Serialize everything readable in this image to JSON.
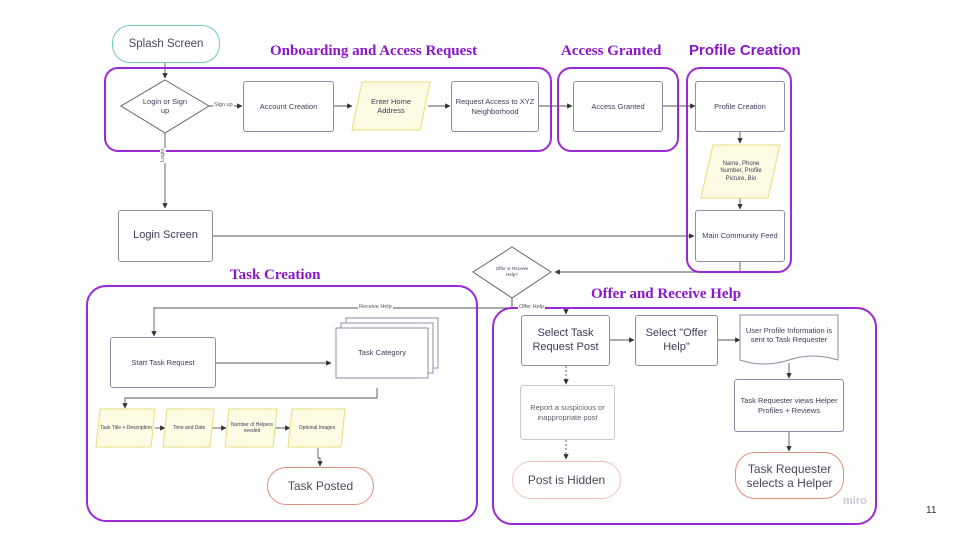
{
  "sections": {
    "onboarding": "Onboarding and Access Request",
    "access_granted": "Access Granted",
    "profile_creation": "Profile Creation",
    "task_creation": "Task Creation",
    "offer_receive": "Offer and Receive Help"
  },
  "nodes": {
    "splash_screen": "Splash Screen",
    "login_or_signup": "Login or Sign up",
    "account_creation": "Account Creation",
    "enter_home_address": "Enter Home Address",
    "request_access": "Request Access to XYZ Neighborhood",
    "access_granted": "Access Granted",
    "profile_creation": "Profile Creation",
    "profile_fields": "Name, Phone Number, Profile Picture, Bio",
    "main_feed": "Main Community Feed",
    "login_screen": "Login Screen",
    "offer_or_receive": "Offer or Receive Help?",
    "start_task_request": "Start Task Request",
    "task_category": "Task Category",
    "task_title": "Task Title + Description",
    "time_and_date": "Time and Date",
    "number_helpers": "Number of Helpers needed",
    "optional_images": "Optional Images",
    "task_posted": "Task Posted",
    "select_task_request": "Select Task Request Post",
    "select_offer_help": "Select \"Offer Help\"",
    "user_profile_info": "User Profile Information is sent to Task Requester",
    "report_post": "Report a suspicious or inappropriate post",
    "requester_views": "Task Requester views Helper Profiles + Reviews",
    "post_hidden": "Post is Hidden",
    "requester_selects": "Task Requester selects a Helper"
  },
  "edge_labels": {
    "sign_up": "Sign up",
    "login": "Login",
    "receive_help": "Receive Help",
    "offer_help": "Offer Help"
  },
  "watermark": "miro",
  "page_number": "11",
  "colors": {
    "group_border": "#9b2ad6",
    "section_title": "#8a16c9",
    "start_terminal": "#6fc9b6",
    "end_terminal": "#e0907a",
    "input_fill": "#fdfbe3",
    "input_border": "#e3e07a"
  }
}
